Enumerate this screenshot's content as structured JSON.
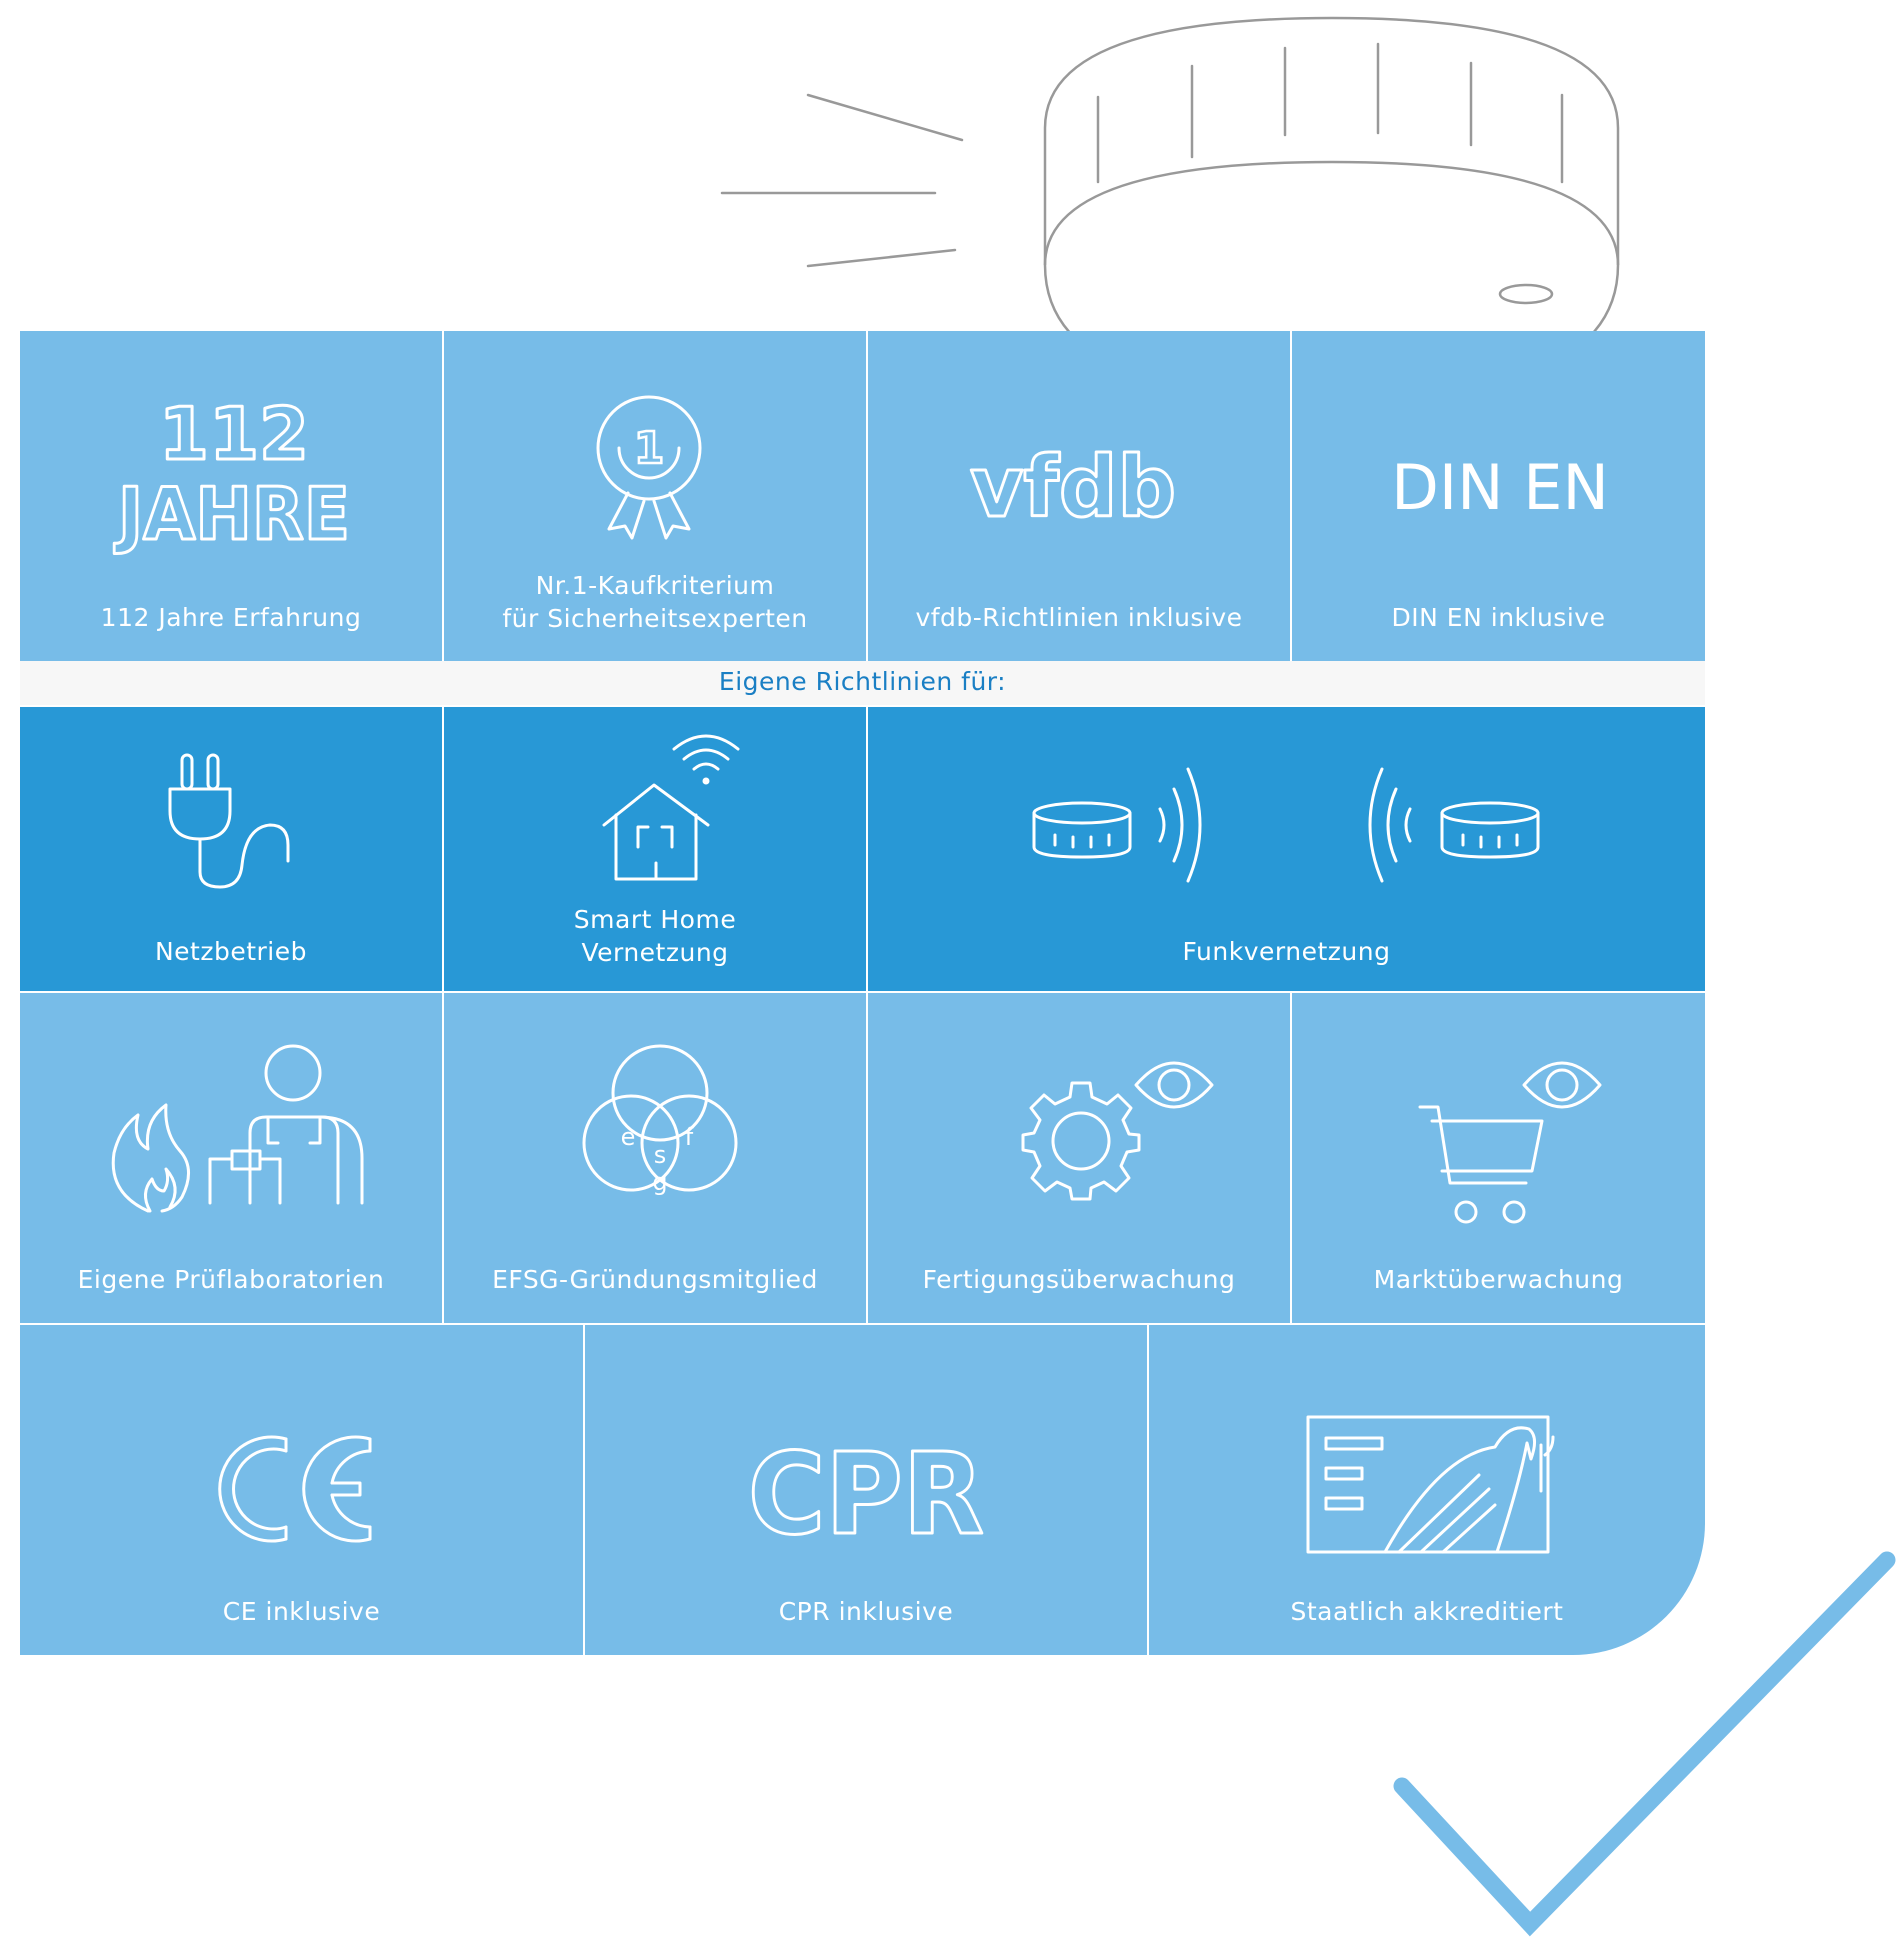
{
  "colors": {
    "light_tile": "#77bce8",
    "dark_tile": "#2898d6",
    "banner_text": "#1a7fc4",
    "check": "#77bce8",
    "detector_stroke": "#999999"
  },
  "row1": {
    "tile1": {
      "icon_line1": "112",
      "icon_line2": "JAHRE",
      "label": "112 Jahre Erfahrung"
    },
    "tile2": {
      "icon": "award-ribbon-icon",
      "badge_number": "1",
      "label": "Nr.1-Kaufkriterium\nfür Sicherheitsexperten"
    },
    "tile3": {
      "icon_text": "vfdb",
      "label": "vfdb-Richtlinien inklusive"
    },
    "tile4": {
      "icon_text": "DIN EN",
      "label": "DIN EN inklusive"
    }
  },
  "banner": {
    "text": "Eigene Richtlinien für:"
  },
  "row2": {
    "tile1": {
      "icon": "power-plug-icon",
      "label": "Netzbetrieb"
    },
    "tile2": {
      "icon": "smart-home-icon",
      "label": "Smart Home\nVernetzung"
    },
    "tile3": {
      "icon": "wireless-detectors-icon",
      "label": "Funkvernetzung"
    }
  },
  "row3": {
    "tile1": {
      "icon": "fire-lab-icon",
      "label": "Eigene Prüflaboratorien"
    },
    "tile2": {
      "icon": "venn-efsg-icon",
      "venn_letters": [
        "e",
        "f",
        "s",
        "g"
      ],
      "label": "EFSG-Gründungsmitglied"
    },
    "tile3": {
      "icon": "gear-eye-icon",
      "label": "Fertigungsüberwachung"
    },
    "tile4": {
      "icon": "cart-eye-icon",
      "label": "Marktüberwachung"
    }
  },
  "row4": {
    "tile1": {
      "icon": "ce-mark-icon",
      "label": "CE inklusive"
    },
    "tile2": {
      "icon_text": "CPR",
      "label": "CPR inklusive"
    },
    "tile3": {
      "icon": "accreditation-certificate-icon",
      "label": "Staatlich akkreditiert"
    }
  }
}
